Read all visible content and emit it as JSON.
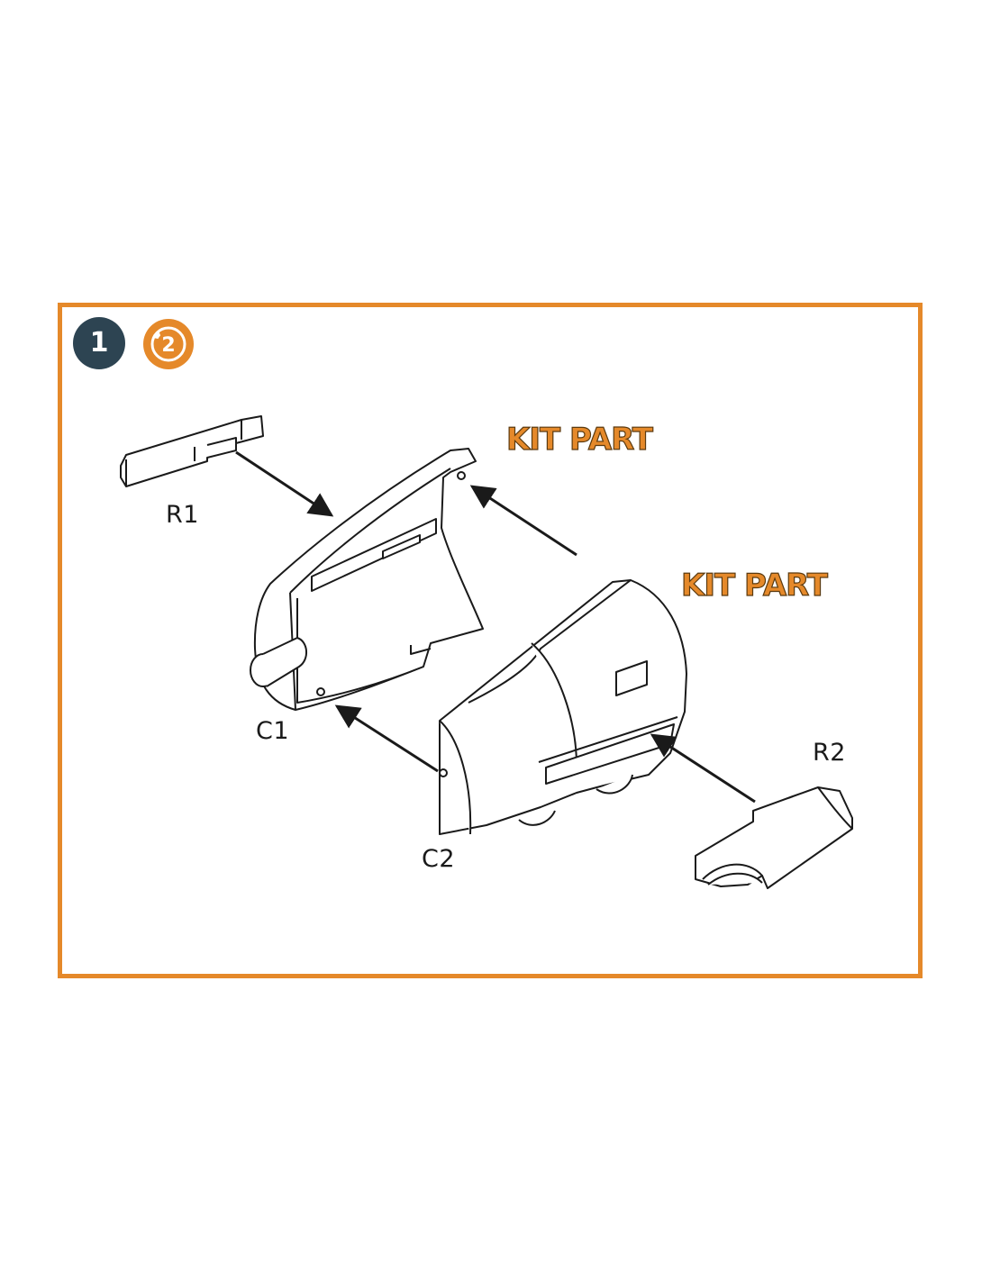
{
  "step": {
    "number": "1",
    "reference_number": "2"
  },
  "colors": {
    "frame": "#e5892a",
    "step_badge": "#2d4452",
    "kit_part_text": "#e5892a",
    "line": "#1a1a1a"
  },
  "labels": {
    "kit_part_1": "KIT PART",
    "kit_part_2": "KIT PART",
    "r1": "R1",
    "r2": "R2",
    "c1": "C1",
    "c2": "C2"
  }
}
